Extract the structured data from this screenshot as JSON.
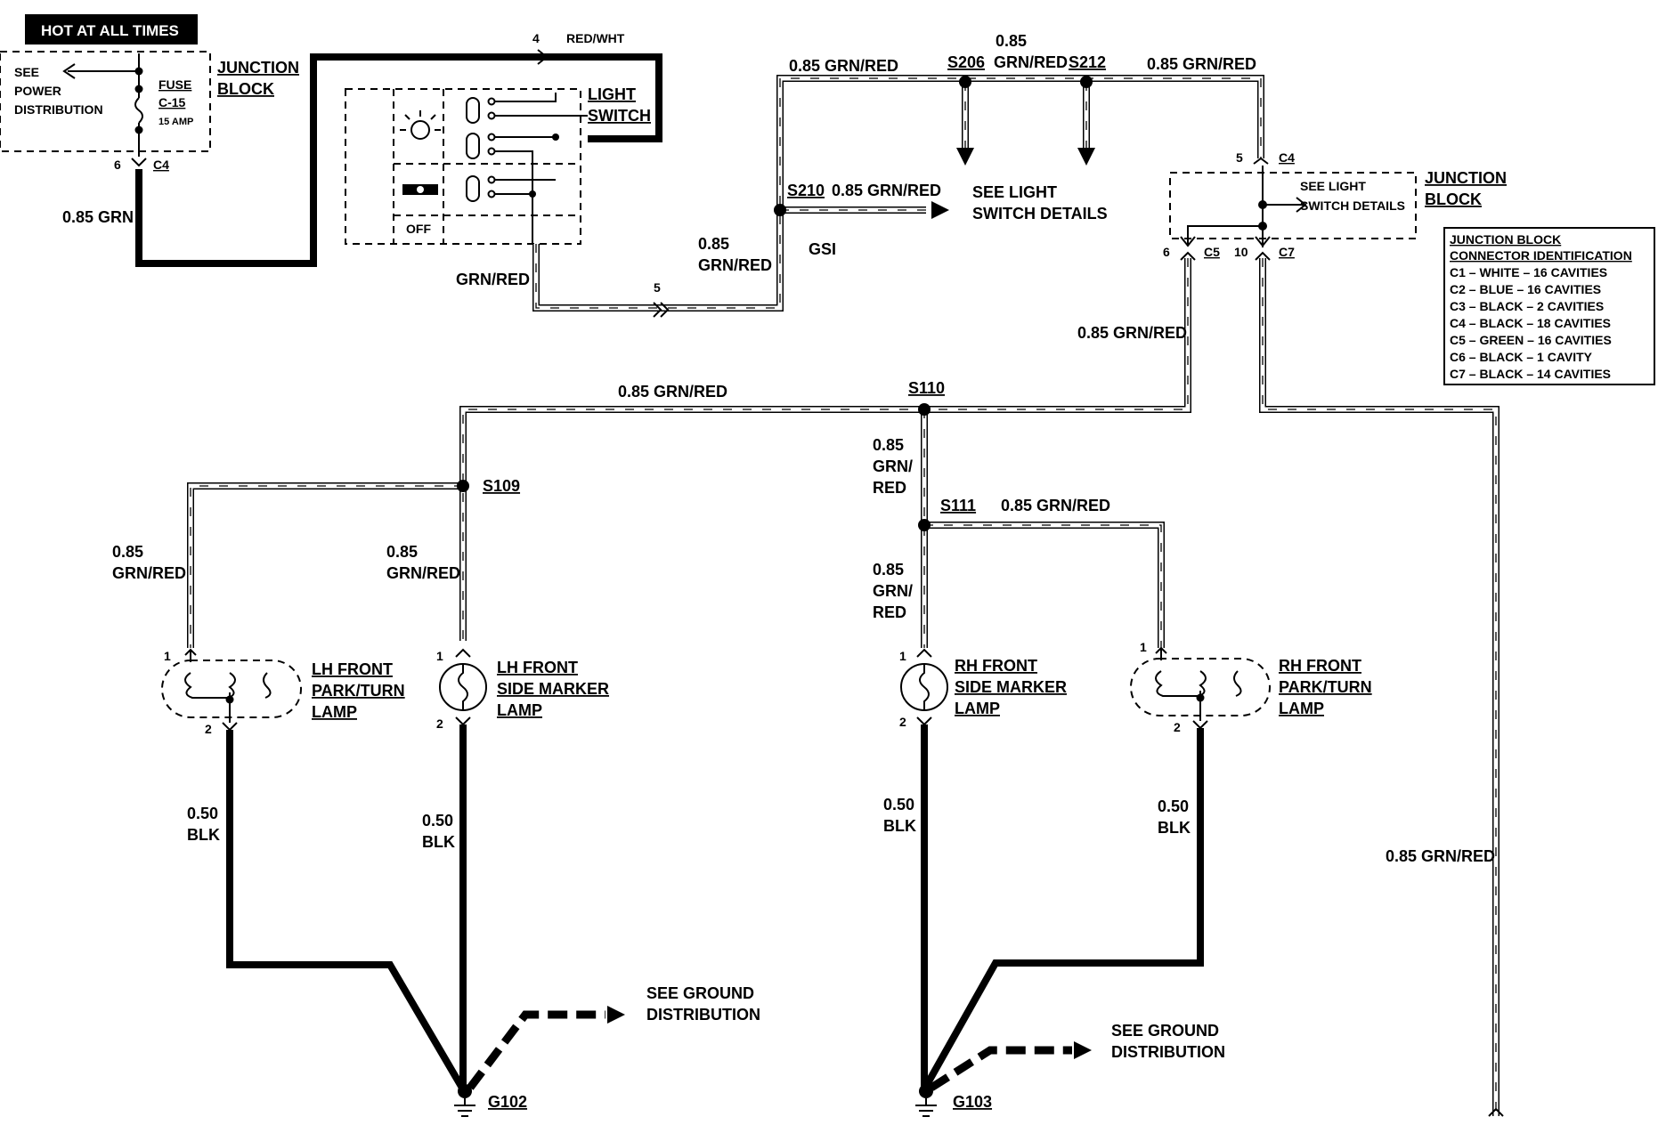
{
  "header": {
    "title": "HOT AT ALL TIMES"
  },
  "power": {
    "see_label_1": "SEE",
    "see_label_2": "POWER",
    "see_label_3": "DISTRIBUTION",
    "fuse_label": "FUSE",
    "fuse_id": "C-15",
    "fuse_amp": "15 AMP",
    "junction_1": "JUNCTION",
    "junction_2": "BLOCK",
    "pin": "6",
    "connector": "C4",
    "wire": "0.85 GRN"
  },
  "light_switch": {
    "pin": "4",
    "wire": "RED/WHT",
    "label_1": "LIGHT",
    "label_2": "SWITCH",
    "off_label": "OFF",
    "out_wire": "GRN/RED",
    "out_pin": "5"
  },
  "splices": {
    "s206": "S206",
    "s212": "S212",
    "s210": "S210",
    "s110": "S110",
    "s109": "S109",
    "s111": "S111"
  },
  "wires": {
    "top_left": "0.85 GRN/RED",
    "top_mid_1": "0.85",
    "top_mid_2": "GRN/RED",
    "top_right": "0.85 GRN/RED",
    "s210_wire": "0.85 GRN/RED",
    "vert_1": "0.85",
    "vert_2": "GRN/RED",
    "gsi": "GSI",
    "c5_down": "0.85 GRN/RED",
    "left_run": "0.85 GRN/RED",
    "lh_park_1": "0.85",
    "lh_park_2": "GRN/RED",
    "lh_side_1": "0.85",
    "lh_side_2": "GRN/RED",
    "s110_down_1": "0.85",
    "s110_down_2": "GRN/",
    "s110_down_3": "RED",
    "s111_right": "0.85 GRN/RED",
    "rh_side_1": "0.85",
    "rh_side_2": "GRN/",
    "rh_side_3": "RED",
    "right_long": "0.85 GRN/RED",
    "blk_1": "0.50",
    "blk_2": "BLK"
  },
  "see_light_switch": {
    "line_1": "SEE LIGHT",
    "line_2": "SWITCH DETAILS"
  },
  "junction_right": {
    "c4_pin": "5",
    "c4": "C4",
    "see_1": "SEE LIGHT",
    "see_2": "SWITCH DETAILS",
    "jb_1": "JUNCTION",
    "jb_2": "BLOCK",
    "c5_pin": "6",
    "c5": "C5",
    "c7_pin": "10",
    "c7": "C7"
  },
  "connector_id": {
    "title_1": "JUNCTION BLOCK",
    "title_2": "CONNECTOR IDENTIFICATION",
    "rows": [
      "C1 – WHITE – 16 CAVITIES",
      "C2 – BLUE – 16 CAVITIES",
      "C3 – BLACK – 2 CAVITIES",
      "C4 – BLACK – 18 CAVITIES",
      "C5 – GREEN – 16 CAVITIES",
      "C6 – BLACK – 1 CAVITY",
      "C7 – BLACK – 14 CAVITIES"
    ]
  },
  "lamps": {
    "lh_park": [
      "LH FRONT",
      "PARK/TURN",
      "LAMP"
    ],
    "lh_side": [
      "LH FRONT",
      "SIDE MARKER",
      "LAMP"
    ],
    "rh_side": [
      "RH FRONT",
      "SIDE MARKER",
      "LAMP"
    ],
    "rh_park": [
      "RH FRONT",
      "PARK/TURN",
      "LAMP"
    ],
    "pin_1": "1",
    "pin_2": "2"
  },
  "ground": {
    "see_1": "SEE GROUND",
    "see_2": "DISTRIBUTION",
    "g102": "G102",
    "g103": "G103"
  }
}
